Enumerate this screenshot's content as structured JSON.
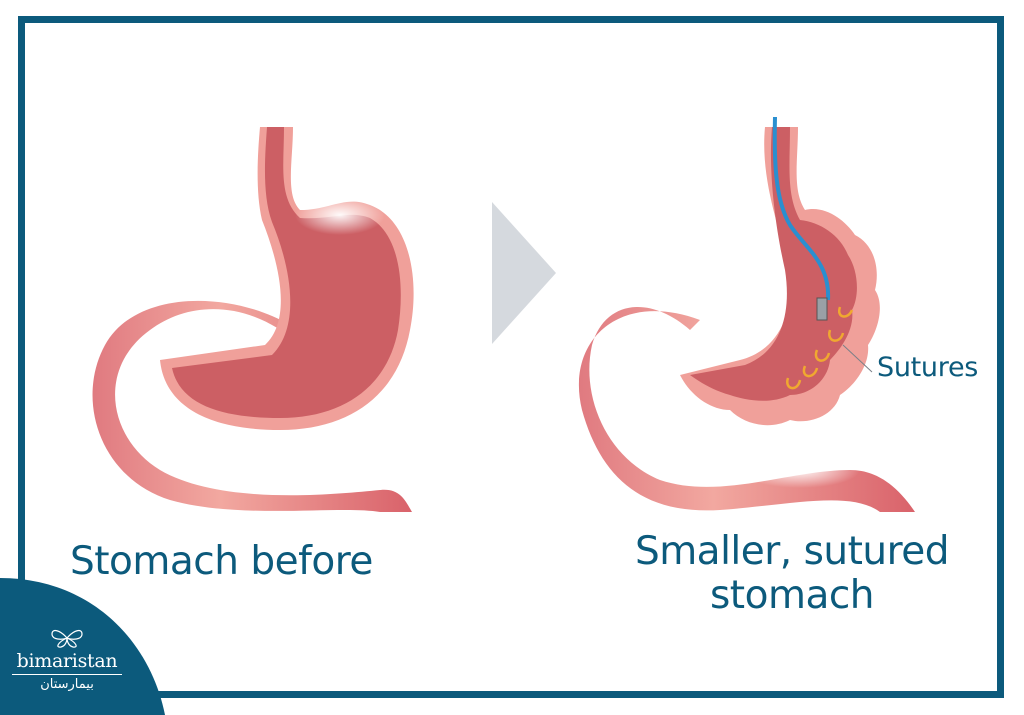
{
  "diagram": {
    "left_caption": "Stomach before",
    "right_caption_line1": "Smaller, sutured",
    "right_caption_line2": "stomach",
    "callout_label": "Sutures",
    "arrow": "right-triangle-arrow"
  },
  "brand": {
    "name": "bimaristan",
    "name_arabic": "بيمارستان",
    "icon": "butterfly-logo-icon"
  },
  "colors": {
    "frame": "#0c5a7c",
    "text": "#0c5a7c",
    "stomach_wall": "#f0a09a",
    "stomach_inner": "#cc5f64",
    "endoscope": "#2a8fd0",
    "sutures": "#f0a830",
    "arrow": "#d5d9de"
  }
}
